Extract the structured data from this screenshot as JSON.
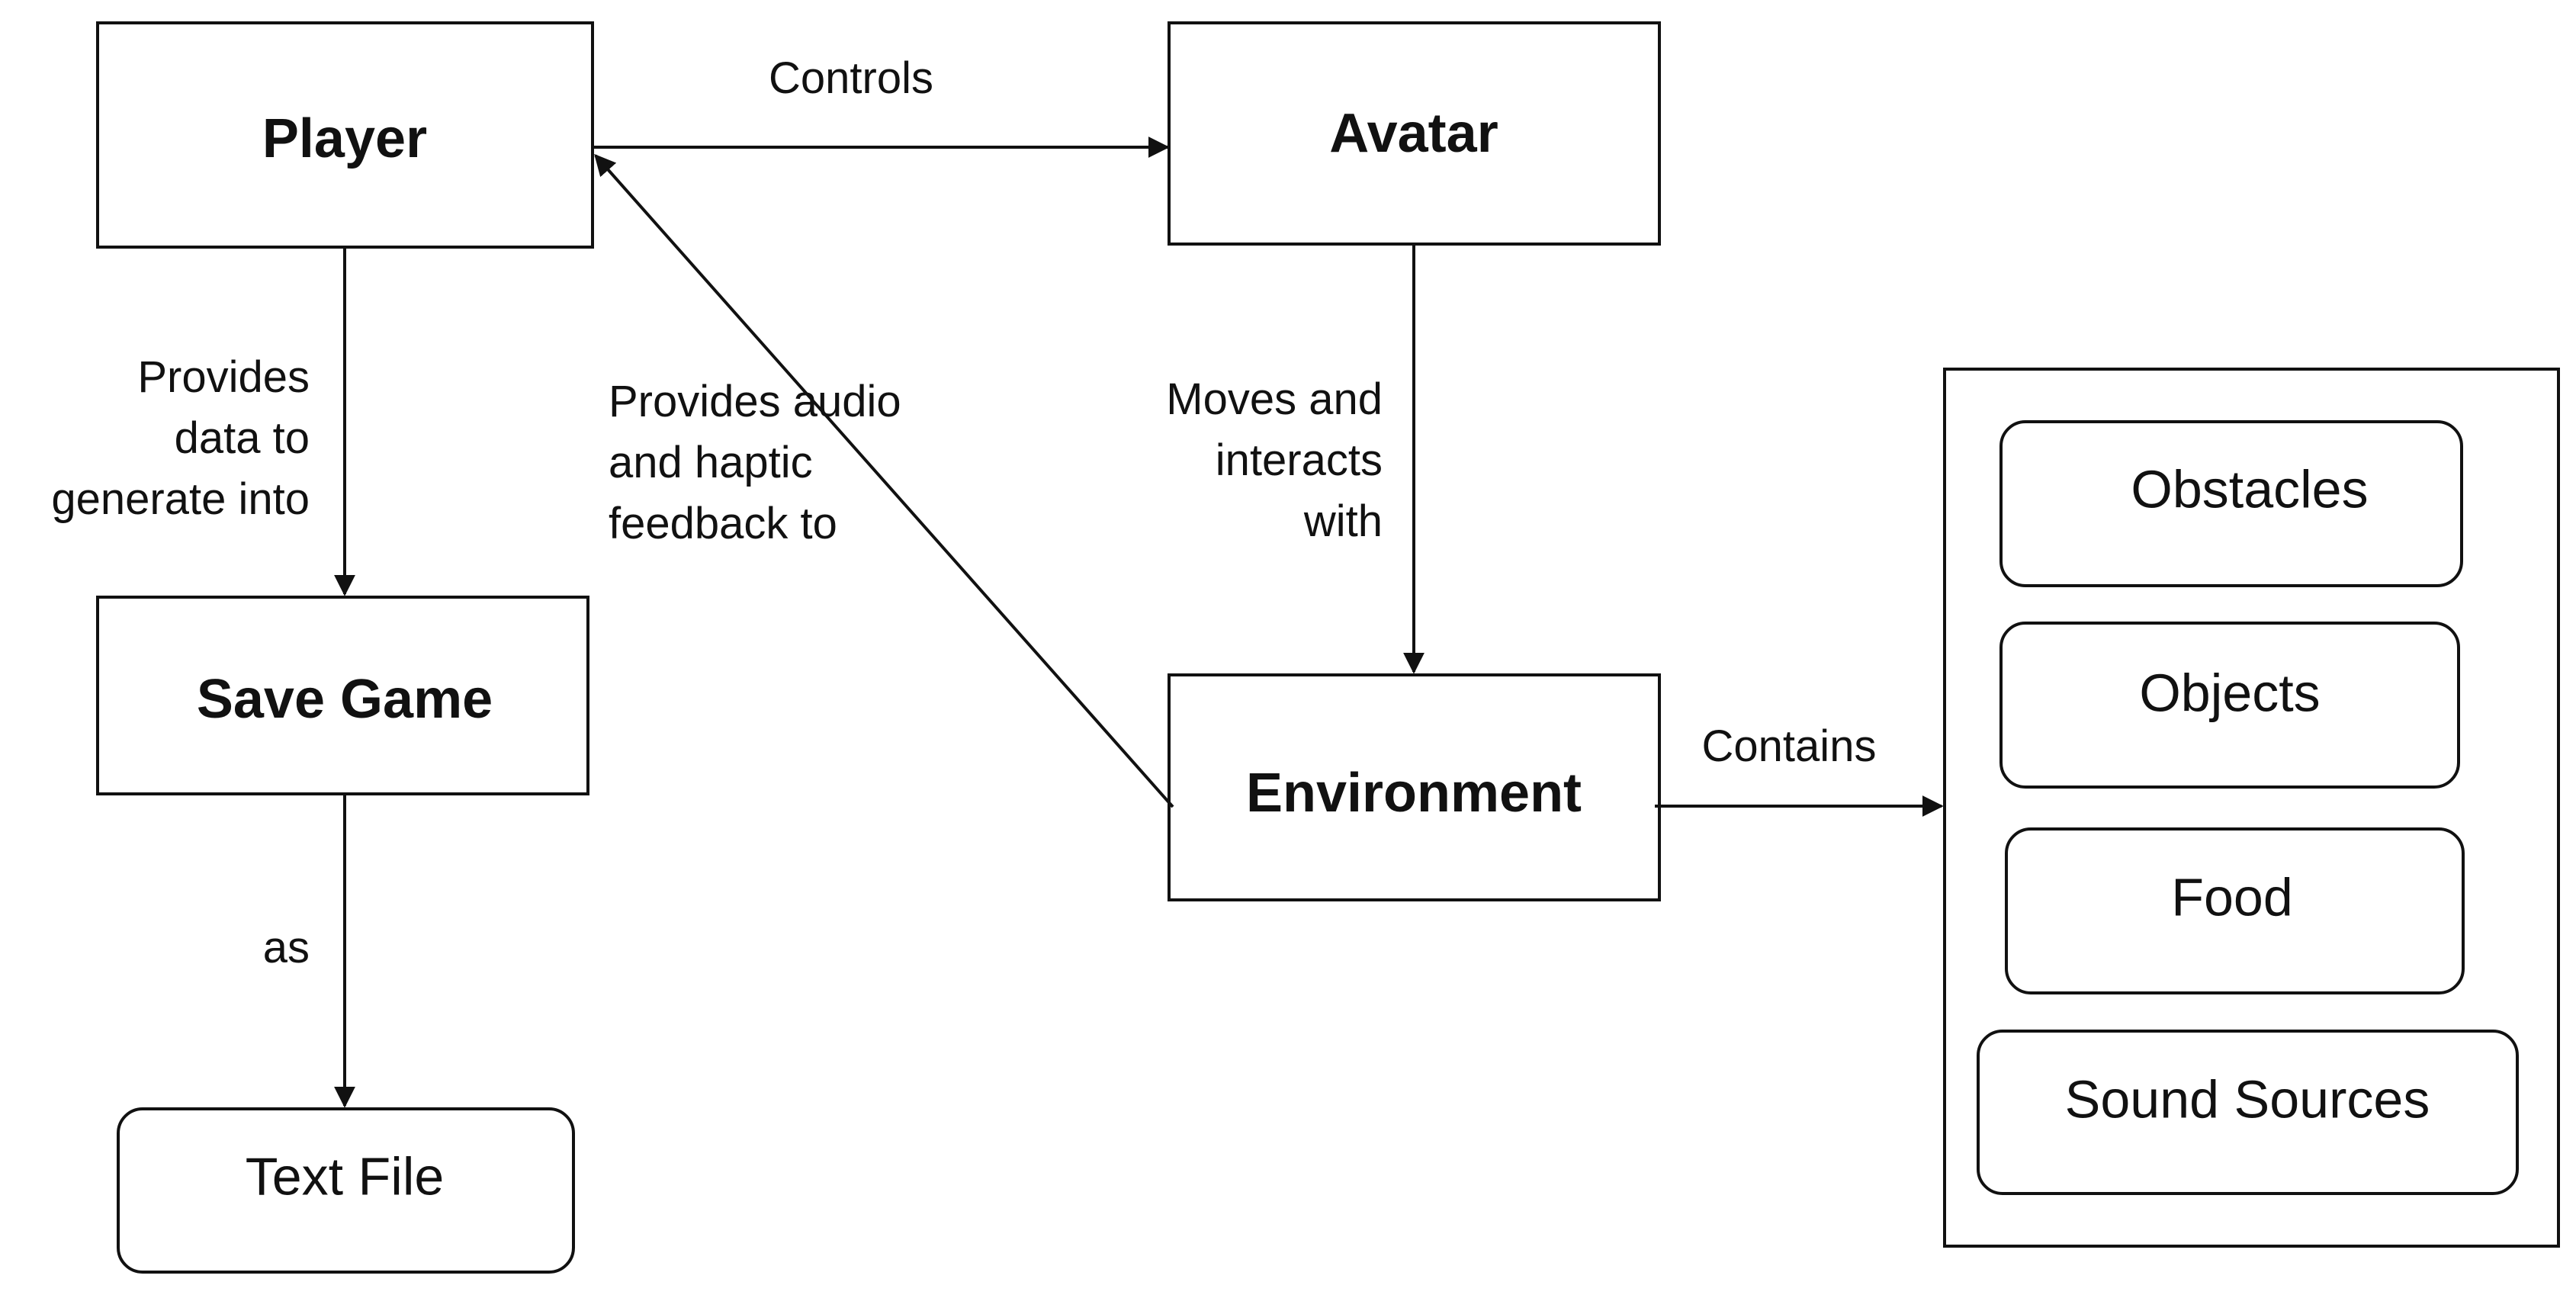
{
  "nodes": {
    "player": "Player",
    "avatar": "Avatar",
    "save_game": "Save Game",
    "environment": "Environment",
    "text_file": "Text File",
    "obstacles": "Obstacles",
    "objects": "Objects",
    "food": "Food",
    "sound_sources": "Sound Sources"
  },
  "edges": {
    "controls": "Controls",
    "provides_data": [
      "Provides",
      "data to",
      "generate into"
    ],
    "feedback": [
      "Provides audio",
      "and haptic",
      "feedback to"
    ],
    "moves": [
      "Moves and",
      "interacts",
      "with"
    ],
    "as": "as",
    "contains": "Contains"
  }
}
